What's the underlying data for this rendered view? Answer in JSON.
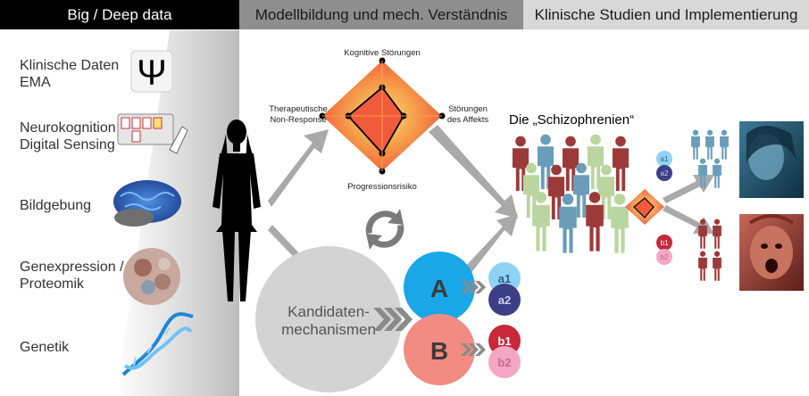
{
  "header": {
    "section1": "Big / Deep data",
    "section2": "Modellbildung und mech. Verständnis",
    "section3": "Klinische Studien und Implementierung"
  },
  "data_sources": [
    {
      "line1": "Klinische Daten",
      "line2": "EMA",
      "icon": "psi-icon"
    },
    {
      "line1": "Neurokognition",
      "line2": "Digital Sensing",
      "icon": "tablet-cards-icon"
    },
    {
      "line1": "Bildgebung",
      "line2": "",
      "icon": "brain-scan-icon"
    },
    {
      "line1": "Genexpression /",
      "line2": "Proteomik",
      "icon": "protein-structure-icon"
    },
    {
      "line1": "Genetik",
      "line2": "",
      "icon": "dna-helix-icon"
    }
  ],
  "radar": {
    "top": "Kognitive Störungen",
    "left_line1": "Therapeutische",
    "left_line2": "Non-Response",
    "right_line1": "Störungen",
    "right_line2": "des Affekts",
    "bottom": "Progressionsrisiko"
  },
  "mechanisms": {
    "line1": "Kandidaten-",
    "line2": "mechanismen",
    "A": "A",
    "B": "B",
    "a1": "a1",
    "a2": "a2",
    "b1": "b1",
    "b2": "b2"
  },
  "population": {
    "title": "Die „Schizophrenien“"
  },
  "colors": {
    "header_dark": "#000000",
    "header_mid": "#8e8e8e",
    "header_light": "#d8d8d8",
    "A": "#1aa7e8",
    "B": "#f28b82",
    "a1": "#8fd3f4",
    "a2": "#3d3f86",
    "b1": "#c8283a",
    "b2": "#f4a7c3",
    "arrow": "#a9a9a9"
  }
}
